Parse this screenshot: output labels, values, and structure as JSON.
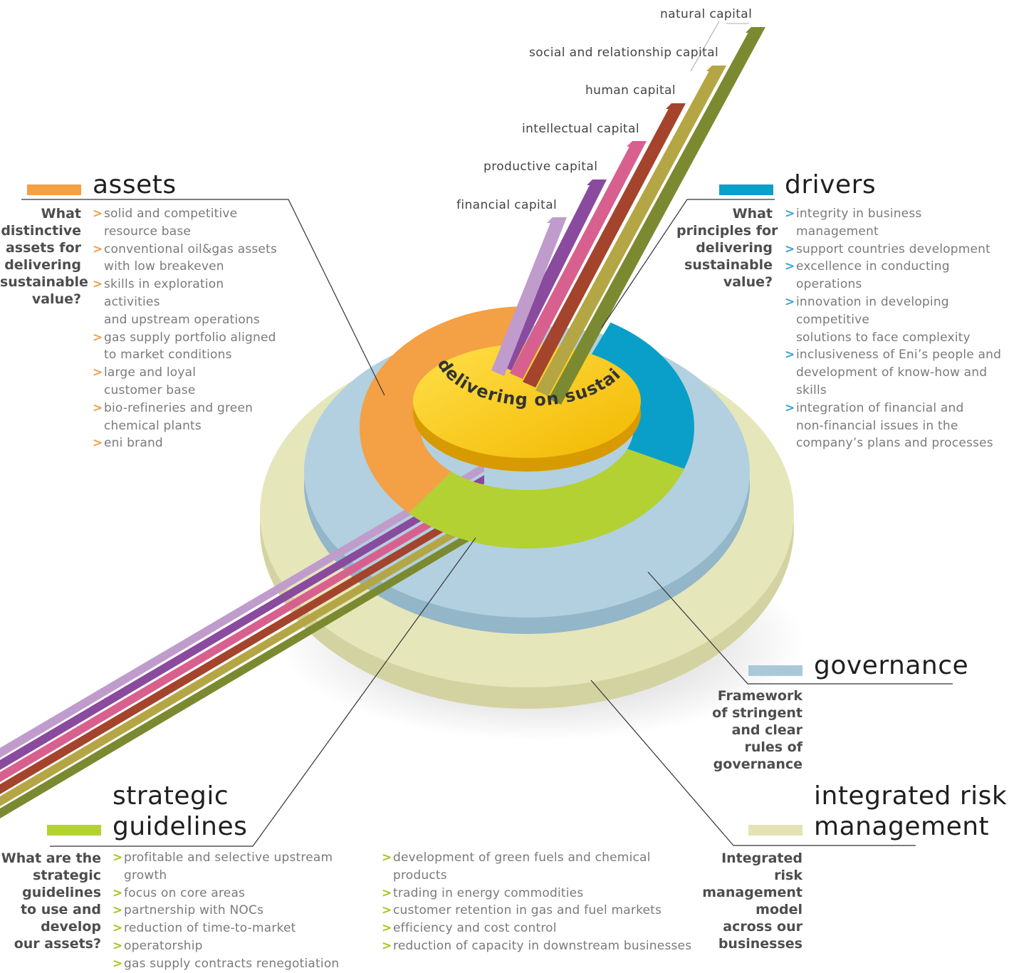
{
  "center": {
    "text": "delivering on sustainable value"
  },
  "capitals": [
    {
      "label": "natural capital",
      "color": "#7b8a30"
    },
    {
      "label": "social and relationship capital",
      "color": "#b4a644"
    },
    {
      "label": "human capital",
      "color": "#a4442c"
    },
    {
      "label": "intellectual capital",
      "color": "#d8608e"
    },
    {
      "label": "productive capital",
      "color": "#8a4a9e"
    },
    {
      "label": "financial capital",
      "color": "#c09ccc"
    }
  ],
  "colors": {
    "assets": "#f4a044",
    "drivers": "#0aa0c8",
    "governance": "#a9c9da",
    "risk": "#e3e3b4",
    "strategic": "#b4d235",
    "core": "#f8c800"
  },
  "assets": {
    "title": "assets",
    "question": [
      "What",
      "distinctive",
      "assets for",
      "delivering",
      "sustainable",
      "value?"
    ],
    "items": [
      "solid and competitive\nresource base",
      "conventional oil&gas assets\nwith low breakeven",
      "skills in exploration activities\nand upstream operations",
      "gas supply portfolio aligned\nto market conditions",
      "large and loyal\ncustomer base",
      "bio-refineries and green\nchemical plants",
      "eni brand"
    ]
  },
  "drivers": {
    "title": "drivers",
    "question": [
      "What",
      "principles for",
      "delivering",
      "sustainable",
      "value?"
    ],
    "items": [
      "integrity in business management",
      "support countries development",
      "excellence in conducting\noperations",
      "innovation in developing competitive\nsolutions to face complexity",
      "inclusiveness of Eni’s people and\ndevelopment of know-how and skills",
      "integration of financial and\nnon-financial issues in the\ncompany’s plans and processes"
    ]
  },
  "governance": {
    "title": "governance",
    "description": [
      "Framework",
      "of stringent",
      "and clear",
      "rules of",
      "governance"
    ]
  },
  "risk": {
    "title_line1": "integrated risk",
    "title_line2": "management",
    "description": [
      "Integrated",
      "risk",
      "management",
      "model",
      "across our",
      "businesses"
    ]
  },
  "strategic": {
    "title_line1": "strategic",
    "title_line2": "guidelines",
    "question": [
      "What are the",
      "strategic",
      "guidelines",
      "to use and",
      "develop",
      "our assets?"
    ],
    "items_col1": [
      "profitable and selective upstream growth",
      "focus on core areas",
      "partnership with NOCs",
      "reduction of time-to-market",
      "operatorship",
      "gas supply contracts renegotiation"
    ],
    "items_col2": [
      "development of green fuels and chemical products",
      "trading in energy commodities",
      "customer retention in gas and fuel markets",
      "efficiency and cost control",
      "reduction of capacity in downstream businesses"
    ]
  }
}
